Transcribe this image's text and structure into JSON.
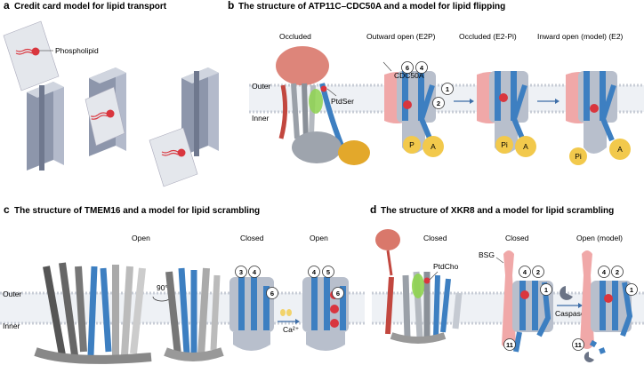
{
  "panels": {
    "a": {
      "letter": "a",
      "title": "Credit card model for lipid transport",
      "phospholipid": "Phospholipid"
    },
    "b": {
      "letter": "b",
      "title": "The structure of ATP11C–CDC50A and a model for lipid flipping",
      "occluded": "Occluded",
      "outward_open": "Outward open (E2P)",
      "occluded_pi": "Occluded (E2-Pi)",
      "inward_open": "Inward open (model) (E2)",
      "cdc50a": "CDC50A",
      "ptdser": "PtdSer",
      "outer": "Outer",
      "inner": "Inner",
      "p": "P",
      "a": "A",
      "pi": "Pi",
      "n6": "6",
      "n4": "4",
      "n1": "1",
      "n2": "2"
    },
    "c": {
      "letter": "c",
      "title": "The structure of TMEM16 and a model for lipid scrambling",
      "open": "Open",
      "closed": "Closed",
      "open2": "Open",
      "rot": "90°",
      "ca": "Ca²⁺",
      "outer": "Outer",
      "inner": "Inner",
      "n3": "3",
      "n4": "4",
      "n6": "6",
      "n4b": "4",
      "n5": "5",
      "n6b": "6"
    },
    "d": {
      "letter": "d",
      "title": "The structure of XKR8 and a model for lipid scrambling",
      "closed": "Closed",
      "closed2": "Closed",
      "open_model": "Open (model)",
      "bsg": "BSG",
      "ptdcho": "PtdCho",
      "caspase": "Caspase",
      "n4": "4",
      "n2": "2",
      "n1": "1",
      "n11": "11",
      "n4b": "4",
      "n2b": "2",
      "n1b": "1",
      "n11b": "11"
    }
  },
  "colors": {
    "helix_blue": "#3d7fc1",
    "pink": "#f0a8a8",
    "grey_body": "#b8bfcc",
    "yellow": "#f2c94c",
    "lipid_red": "#d9363e"
  }
}
